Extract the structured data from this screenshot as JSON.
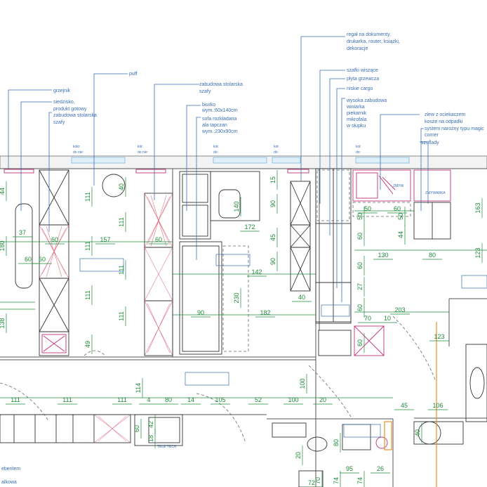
{
  "labels": {
    "regal": [
      "regał na dokumenty,",
      "drukarka, router, książki,",
      "dekoracje"
    ],
    "puff": [
      "puff"
    ],
    "zabudowa_stolarska_top": [
      "zabudowa stolarska",
      "szafy"
    ],
    "grzejnik": [
      "grzejnik"
    ],
    "siedzisko": [
      "siedzisko,",
      "produkt gotowy"
    ],
    "zabudowa_stolarska_left": [
      "zabudowa stolarska",
      "szafy"
    ],
    "biurko": [
      "biurko",
      "wym.:60x140cm"
    ],
    "sofa": [
      "sofa rozkładana",
      "ala tapczan",
      "wym.:230x90cm"
    ],
    "szafki_wiszace": [
      "szafki wiszące"
    ],
    "plyta": [
      "płyta grzewcza"
    ],
    "niskie_cargo": [
      "niskie cargo"
    ],
    "wysoka": [
      "wysoka zabudowa",
      "winiarka",
      "piekarnik",
      "mikrofala",
      "w słupku"
    ],
    "zlew": [
      "zlew z ociekaczem",
      "kosze na odpadki",
      "system narożny typu magic",
      "corner"
    ],
    "szuflady": [
      "szuflady"
    ],
    "bottom_left": [
      "eberitem",
      "alkowa"
    ]
  },
  "tags": {
    "window_1": [
      "koło:",
      "do nie:"
    ],
    "window_2": [
      "koł:",
      "do nie:"
    ],
    "window_3": [
      "koł:",
      "do:"
    ],
    "window_4": [
      "koł:",
      "do:"
    ],
    "window_5": [
      "koł:",
      "do:"
    ],
    "zlew_tag": "ZMYW",
    "zmywarka": "ZMYWARKA",
    "teletech": "TELE TECH"
  },
  "dimensions": {
    "h": [
      "60",
      "157",
      "60",
      "172",
      "142",
      "90",
      "182",
      "40",
      "50",
      "60",
      "130",
      "80",
      "203",
      "70",
      "10",
      "123",
      "111",
      "111",
      "111",
      "4",
      "80",
      "14",
      "105",
      "52",
      "100",
      "20",
      "45",
      "106",
      "72",
      "95",
      "26",
      "37",
      "60",
      "60"
    ],
    "v": [
      "44",
      "180",
      "138",
      "111",
      "111",
      "111",
      "49",
      "40",
      "111",
      "111",
      "111",
      "140",
      "230",
      "15",
      "90",
      "45",
      "90",
      "50",
      "60",
      "60",
      "27",
      "60",
      "60",
      "50",
      "44",
      "163",
      "123",
      "114",
      "18",
      "42",
      "60",
      "100",
      "80",
      "74",
      "20",
      "70",
      "74",
      "40"
    ]
  }
}
